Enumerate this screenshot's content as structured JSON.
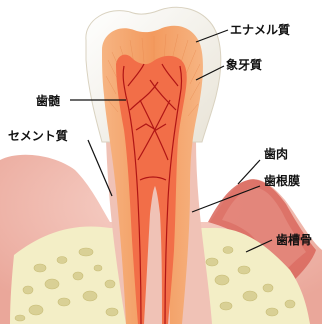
{
  "labels": {
    "enamel": "エナメル質",
    "dentin": "象牙質",
    "pulp": "歯髄",
    "cementum": "セメント質",
    "gingiva": "歯肉",
    "periodontal_ligament": "歯根膜",
    "alveolar_bone": "歯槽骨"
  },
  "colors": {
    "enamel": "#f4f1e8",
    "dentin": "#f3a268",
    "pulp": "#f06a45",
    "nerves": "#b51818",
    "gum": "#efb5ab",
    "gum_inflamed": "#d8625a",
    "bone": "#f1ecc2",
    "bone_spots": "#d8cf90",
    "leader_lines": "#111111"
  }
}
